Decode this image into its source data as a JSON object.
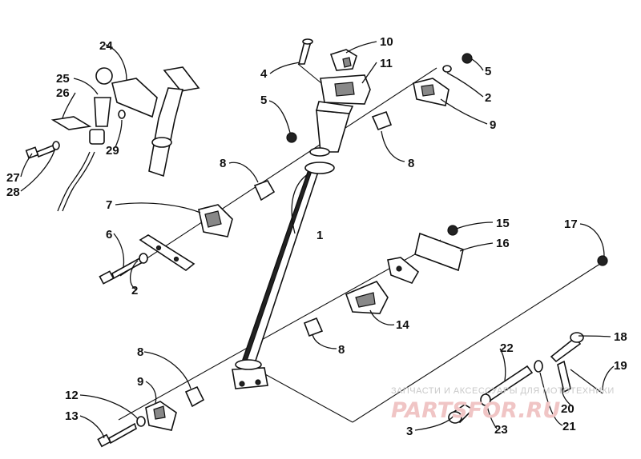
{
  "callouts": [
    {
      "id": "c1",
      "text": "1"
    },
    {
      "id": "c2a",
      "text": "2"
    },
    {
      "id": "c2b",
      "text": "2"
    },
    {
      "id": "c3",
      "text": "3"
    },
    {
      "id": "c4",
      "text": "4"
    },
    {
      "id": "c5a",
      "text": "5"
    },
    {
      "id": "c5b",
      "text": "5"
    },
    {
      "id": "c6",
      "text": "6"
    },
    {
      "id": "c7",
      "text": "7"
    },
    {
      "id": "c8a",
      "text": "8"
    },
    {
      "id": "c8b",
      "text": "8"
    },
    {
      "id": "c8c",
      "text": "8"
    },
    {
      "id": "c8d",
      "text": "8"
    },
    {
      "id": "c9a",
      "text": "9"
    },
    {
      "id": "c9b",
      "text": "9"
    },
    {
      "id": "c10",
      "text": "10"
    },
    {
      "id": "c11",
      "text": "11"
    },
    {
      "id": "c12",
      "text": "12"
    },
    {
      "id": "c13",
      "text": "13"
    },
    {
      "id": "c14",
      "text": "14"
    },
    {
      "id": "c15",
      "text": "15"
    },
    {
      "id": "c16",
      "text": "16"
    },
    {
      "id": "c17",
      "text": "17"
    },
    {
      "id": "c18",
      "text": "18"
    },
    {
      "id": "c19",
      "text": "19"
    },
    {
      "id": "c20",
      "text": "20"
    },
    {
      "id": "c21",
      "text": "21"
    },
    {
      "id": "c22",
      "text": "22"
    },
    {
      "id": "c23",
      "text": "23"
    },
    {
      "id": "c24",
      "text": "24"
    },
    {
      "id": "c25",
      "text": "25"
    },
    {
      "id": "c26",
      "text": "26"
    },
    {
      "id": "c27",
      "text": "27"
    },
    {
      "id": "c28",
      "text": "28"
    },
    {
      "id": "c29",
      "text": "29"
    }
  ],
  "watermark": {
    "caption": "ЗАПЧАСТИ И АКСЕССУАРЫ ДЛЯ МОТОТЕХНИКИ",
    "logo": "PARTSFOR.RU"
  }
}
